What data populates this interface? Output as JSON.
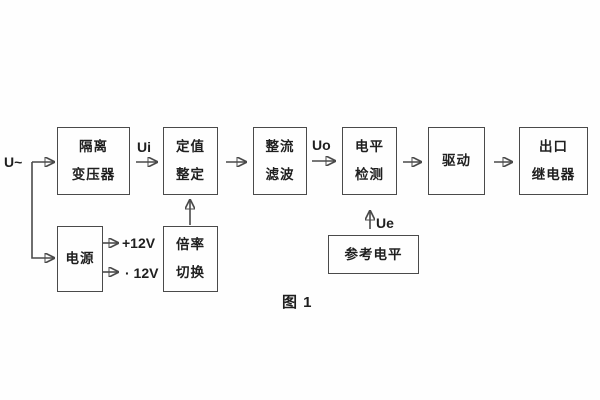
{
  "figure": {
    "caption": "图 1",
    "blocks": [
      {
        "id": "isolation-transformer",
        "label": "隔离\n变压器"
      },
      {
        "id": "setting-adjust",
        "label": "定值\n整定"
      },
      {
        "id": "rectifier-filter",
        "label": "整流\n滤波"
      },
      {
        "id": "level-detection",
        "label": "电平\n检测"
      },
      {
        "id": "drive",
        "label": "驱动"
      },
      {
        "id": "output-relay",
        "label": "出口\n继电器"
      },
      {
        "id": "power-supply",
        "label": "电源"
      },
      {
        "id": "ratio-switch",
        "label": "倍率\n切换"
      },
      {
        "id": "reference-level",
        "label": "参考电平"
      }
    ],
    "labels": {
      "input": "U~",
      "ui": "Ui",
      "uo": "Uo",
      "ue": "Ue",
      "plus12v": "+12V",
      "minus12v": "· 12V"
    },
    "colors": {
      "line": "#4a4a4a",
      "text": "#1f1f1f",
      "background": "#fefefe"
    }
  }
}
